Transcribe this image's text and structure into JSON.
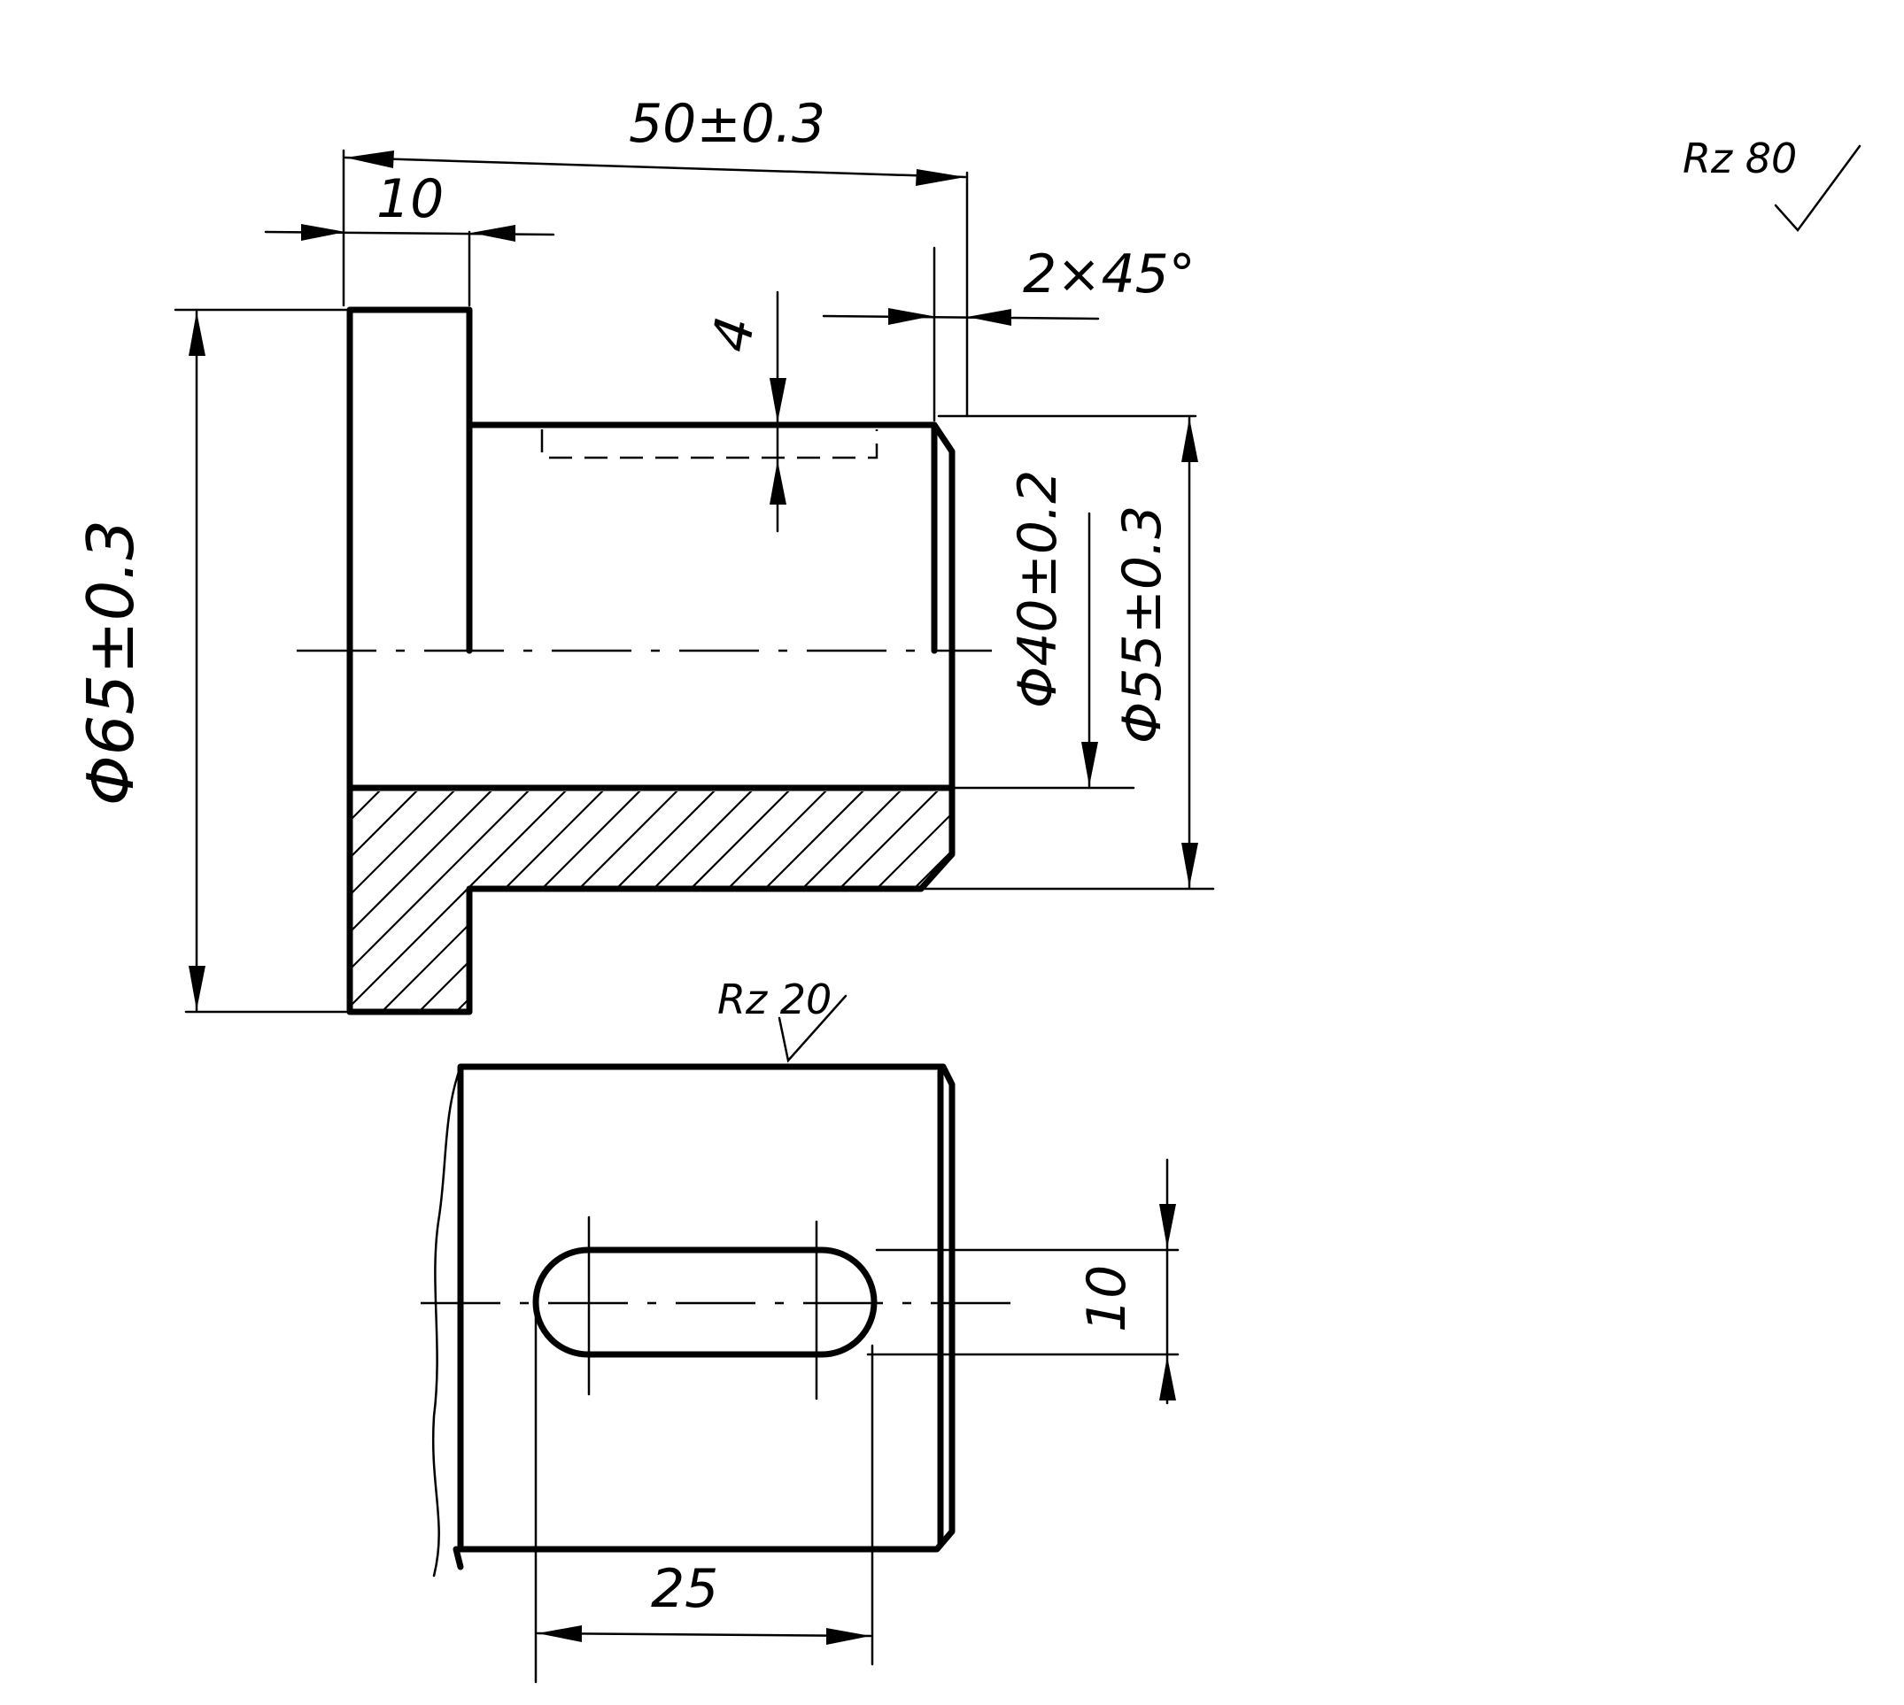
{
  "dimensions": {
    "length_overall": "50±0.3",
    "flange_width": "10",
    "chamfer": "2×45°",
    "groove_depth": "4",
    "dia_bore": "Φ40±0.2",
    "dia_shaft": "Φ55±0.3",
    "dia_flange": "Φ65±0.3",
    "slot_width": "10",
    "slot_length": "25"
  },
  "surface_finish": {
    "general": "Rz 80",
    "local": "Rz 20"
  },
  "line_color": "#000000"
}
